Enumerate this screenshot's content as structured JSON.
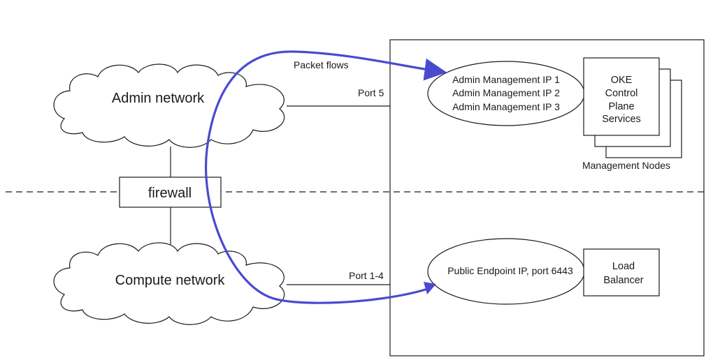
{
  "clouds": {
    "admin": {
      "label": "Admin network"
    },
    "compute": {
      "label": "Compute network"
    }
  },
  "firewall": {
    "label": "firewall"
  },
  "links": {
    "port_admin": "Port 5",
    "port_compute": "Port 1-4",
    "packet_flows": "Packet flows"
  },
  "admin_endpoint": {
    "lines": [
      "Admin Management IP 1",
      "Admin Management IP 2",
      "Admin Management IP 3"
    ]
  },
  "oke": {
    "lines": [
      "OKE",
      "Control",
      "Plane",
      "Services"
    ],
    "caption": "Management Nodes"
  },
  "public_endpoint": {
    "label": "Public Endpoint IP, port 6443"
  },
  "load_balancer": {
    "lines": [
      "Load",
      "Balancer"
    ]
  },
  "colors": {
    "flow_arrow": "#4a4ad0",
    "line": "#1a1a1a"
  }
}
